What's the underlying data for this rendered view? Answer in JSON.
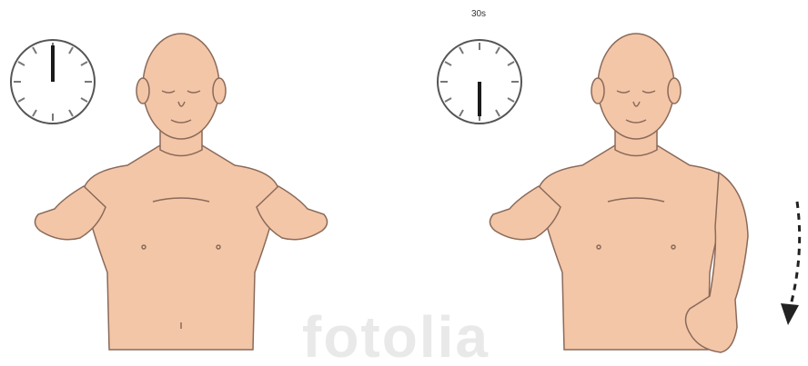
{
  "panels": [
    {
      "id": "before",
      "timer_label": ""
    },
    {
      "id": "after",
      "timer_label": "30s"
    }
  ],
  "watermark": "fotolia",
  "colors": {
    "skin": "#f3c6a7",
    "skin_shadow": "#e0a98a",
    "outline": "#8a6a5a",
    "clock_face": "#ffffff",
    "clock_ring": "#555555",
    "hand": "#1a1a1a"
  },
  "icons": [
    "clock-icon",
    "dashed-arrow-down-icon"
  ]
}
